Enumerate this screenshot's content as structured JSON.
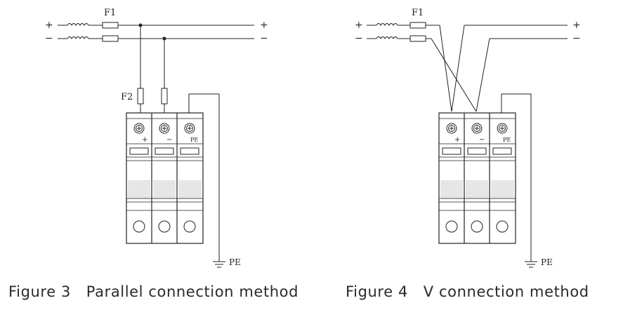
{
  "figure3": {
    "caption_number": "Figure 3",
    "caption_text": "Parallel connection method",
    "labels": {
      "plus_in": "+",
      "minus_in": "−",
      "plus_out": "+",
      "minus_out": "−",
      "fuse_main": "F1",
      "fuse_branch": "F2",
      "pole_plus": "+",
      "pole_minus": "−",
      "pole_pe": "PE",
      "ground": "PE"
    }
  },
  "figure4": {
    "caption_number": "Figure 4",
    "caption_text": "V connection method",
    "labels": {
      "plus_in": "+",
      "minus_in": "−",
      "plus_out": "+",
      "minus_out": "−",
      "fuse_main": "F1",
      "pole_plus": "+",
      "pole_minus": "−",
      "pole_pe": "PE",
      "ground": "PE"
    }
  }
}
